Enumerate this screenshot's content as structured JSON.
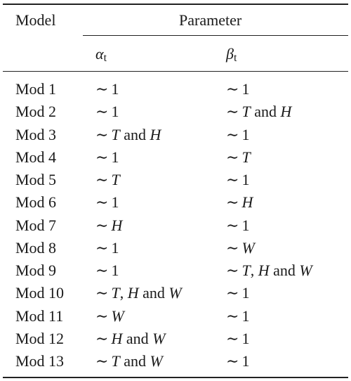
{
  "table": {
    "header": {
      "model": "Model",
      "parameter": "Parameter",
      "alpha_symbol": "α",
      "alpha_sub": "t",
      "beta_symbol": "β",
      "beta_sub": "t"
    },
    "rows": [
      {
        "model": "Mod 1",
        "alpha": "∼1",
        "beta": "∼1"
      },
      {
        "model": "Mod 2",
        "alpha": "∼1",
        "beta": "∼T and H"
      },
      {
        "model": "Mod 3",
        "alpha": "∼T and H",
        "beta": "∼1"
      },
      {
        "model": "Mod 4",
        "alpha": "∼1",
        "beta": "∼T"
      },
      {
        "model": "Mod 5",
        "alpha": "∼T",
        "beta": "∼1"
      },
      {
        "model": "Mod 6",
        "alpha": "∼1",
        "beta": "∼H"
      },
      {
        "model": "Mod 7",
        "alpha": "∼H",
        "beta": "∼1"
      },
      {
        "model": "Mod 8",
        "alpha": "∼1",
        "beta": "∼W"
      },
      {
        "model": "Mod 9",
        "alpha": "∼1",
        "beta": "∼T, H and W"
      },
      {
        "model": "Mod 10",
        "alpha": "∼T, H and W",
        "beta": "∼1"
      },
      {
        "model": "Mod 11",
        "alpha": "∼W",
        "beta": "∼1"
      },
      {
        "model": "Mod 12",
        "alpha": "∼H and W",
        "beta": "∼1"
      },
      {
        "model": "Mod 13",
        "alpha": "∼T and W",
        "beta": "∼1"
      }
    ]
  }
}
